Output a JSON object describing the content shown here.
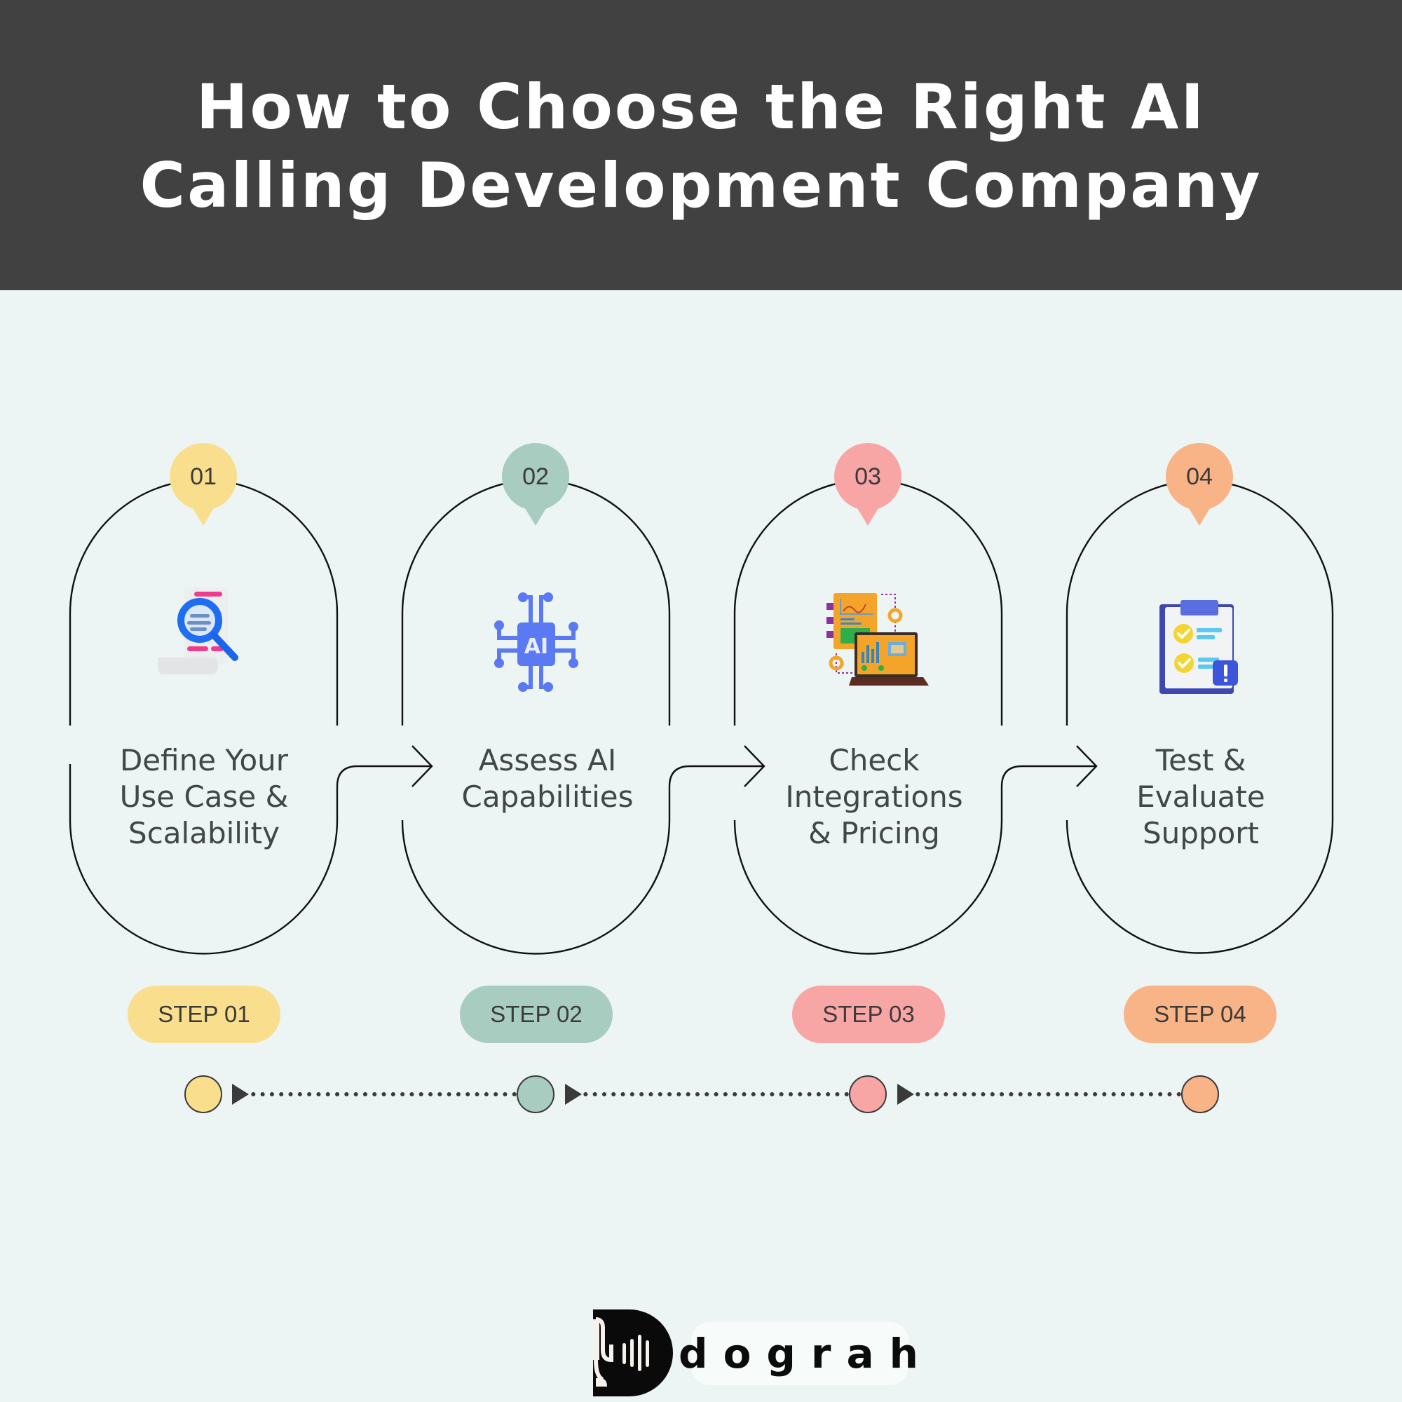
{
  "header": {
    "title_line1": "How to Choose the Right AI",
    "title_line2": "Calling Development Company",
    "background": "#414141"
  },
  "background_color": "#ECF5F3",
  "steps": [
    {
      "number": "01",
      "label_lines": [
        "Define Your",
        "Use Case &",
        "Scalability"
      ],
      "badge": "STEP 01",
      "color": "#F9DF8D",
      "icon": "document-search-icon"
    },
    {
      "number": "02",
      "label_lines": [
        "Assess AI",
        "Capabilities"
      ],
      "badge": "STEP 02",
      "color": "#A8CCBF",
      "icon": "ai-chip-icon"
    },
    {
      "number": "03",
      "label_lines": [
        "Check",
        "Integrations",
        "& Pricing"
      ],
      "badge": "STEP 03",
      "color": "#F8A5A6",
      "icon": "integration-dashboard-icon"
    },
    {
      "number": "04",
      "label_lines": [
        "Test &",
        "Evaluate",
        "Support"
      ],
      "badge": "STEP 04",
      "color": "#F8B386",
      "icon": "clipboard-checklist-icon"
    }
  ],
  "logo": {
    "wordmark": "dograh",
    "icon": "microphone-soundwave-d-icon"
  }
}
